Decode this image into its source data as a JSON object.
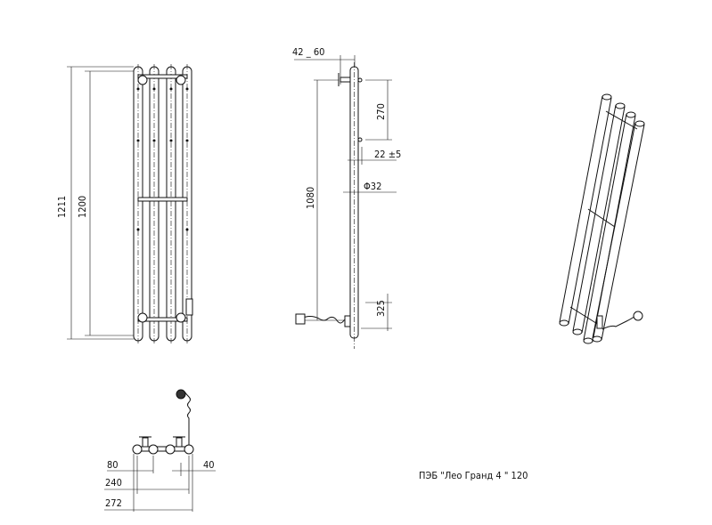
{
  "front_view": {
    "dim_total": "1211",
    "dim_axis": "1200"
  },
  "side_view": {
    "dim_offset": "42 _ 60",
    "dim_spacing": "270",
    "dim_gap": "22 ±5",
    "dim_diameter": "Φ32",
    "dim_height": "1080",
    "dim_bottom": "325"
  },
  "top_view": {
    "dim_pitch": "80",
    "dim_edge": "40",
    "dim_axis_width": "240",
    "dim_total_width": "272"
  },
  "title": "ПЭБ  \"Лео Гранд 4 \" 120"
}
